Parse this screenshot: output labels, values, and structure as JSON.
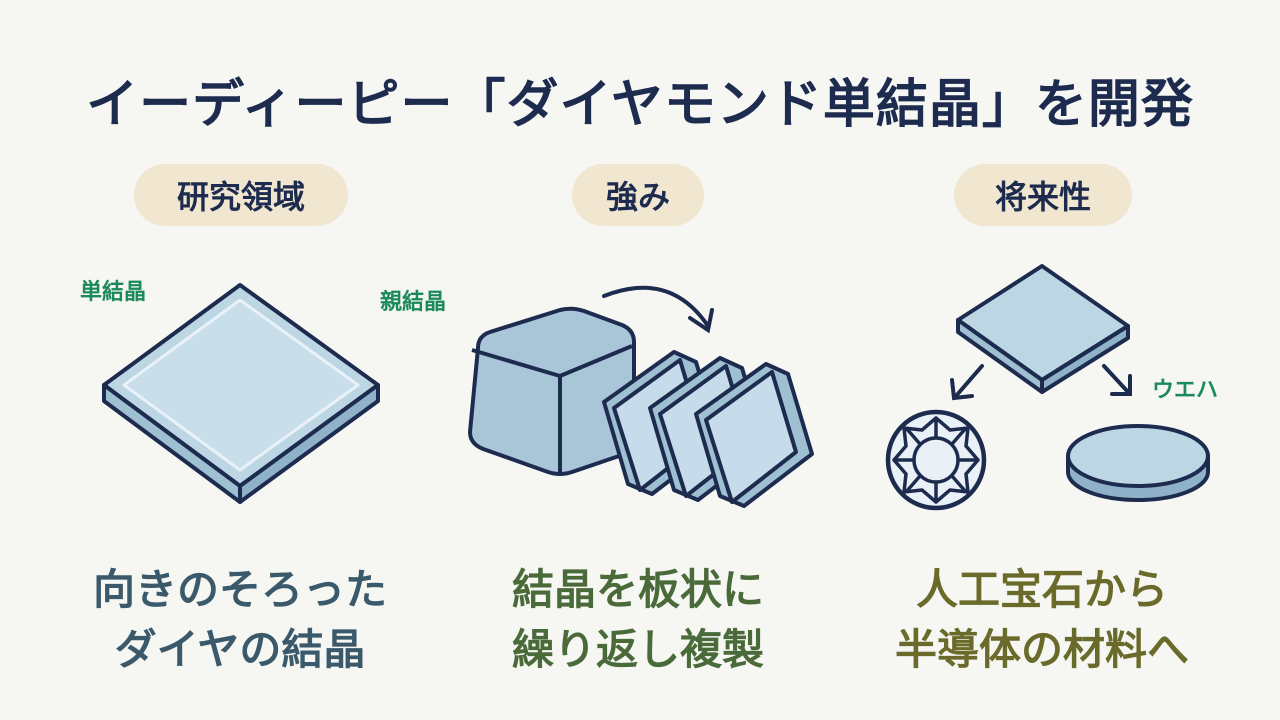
{
  "title": "イーディーピー「ダイヤモンド単結晶」を開発",
  "columns": [
    {
      "heading": "研究領域",
      "label": "単結晶",
      "caption_lines": [
        "向きのそろった",
        "ダイヤの結晶"
      ]
    },
    {
      "heading": "強み",
      "label": "親結晶",
      "caption_lines": [
        "結晶を板状に",
        "繰り返し複製"
      ]
    },
    {
      "heading": "将来性",
      "label": "ウエハ",
      "caption_lines": [
        "人工宝石から",
        "半導体の材料へ"
      ]
    }
  ],
  "colors": {
    "title": "#1d2b4f",
    "pill": "#f1e6cf",
    "label": "#1b8a5a",
    "caption_col1": "#3a5a6b",
    "caption_col2": "#4a6a3a",
    "caption_col3": "#6a6a2a",
    "crystal_fill": "#bcd6e4",
    "crystal_stroke": "#1d2b4f"
  },
  "icons": [
    "single-crystal-plate-icon",
    "parent-crystal-cube-icon",
    "replicated-plates-icon",
    "curved-arrow-icon",
    "gemstone-icon",
    "wafer-disc-icon",
    "branch-arrow-icon"
  ]
}
